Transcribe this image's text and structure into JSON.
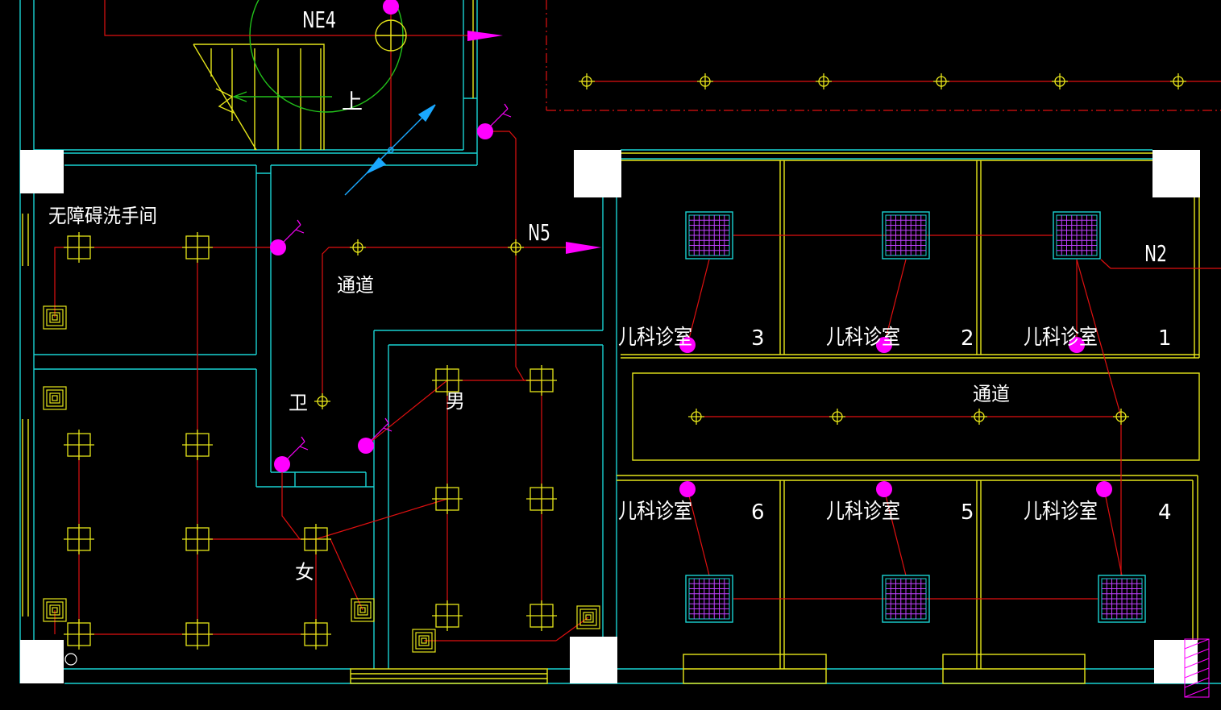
{
  "colors": {
    "background": "#000000",
    "wall": "#19d3d3",
    "partition": "#e6e61a",
    "pipe": "#e01010",
    "device": "#ff00ff",
    "label": "#ffffff",
    "dashed_boundary": "#e01010",
    "stair_circle": "#22c01a",
    "arrow_blue": "#1aa8ff"
  },
  "labels": {
    "ne4": "NE4",
    "n5": "N5",
    "n2": "N2",
    "up": "上",
    "accessible_washroom": "无障碍洗手间",
    "corridor_left": "通道",
    "corridor_right": "通道",
    "toilet": "卫",
    "male": "男",
    "female": "女",
    "room_3": "儿科诊室",
    "room_3_num": "3",
    "room_2": "儿科诊室",
    "room_2_num": "2",
    "room_1": "儿科诊室",
    "room_1_num": "1",
    "room_6": "儿科诊室",
    "room_6_num": "6",
    "room_5": "儿科诊室",
    "room_5_num": "5",
    "room_4": "儿科诊室",
    "room_4_num": "4"
  },
  "icons": {
    "pipe_crossing": "circle-cross-icon",
    "ceiling_diffuser": "grid-diffuser-icon",
    "exhaust_fan": "square-vent-icon",
    "sprinkler_head": "magenta-dot-icon",
    "flow_arrow": "magenta-arrow-icon"
  }
}
